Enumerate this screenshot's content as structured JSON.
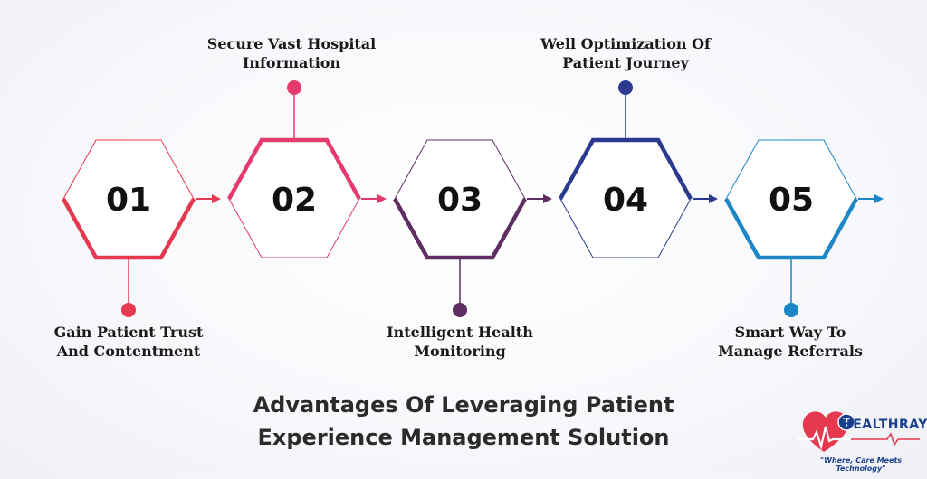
{
  "steps": [
    {
      "number": "01",
      "label_lines": [
        "Gain Patient Trust",
        "And Contentment"
      ],
      "color": "#e53950",
      "position": "below"
    },
    {
      "number": "02",
      "label_lines": [
        "Secure Vast Hospital",
        "Information"
      ],
      "color": "#e43a6d",
      "position": "above"
    },
    {
      "number": "03",
      "label_lines": [
        "Intelligent Health",
        "Monitoring"
      ],
      "color": "#5e2d62",
      "position": "below"
    },
    {
      "number": "04",
      "label_lines": [
        "Well Optimization Of",
        "Patient Journey"
      ],
      "color": "#2b3a8f",
      "position": "above"
    },
    {
      "number": "05",
      "label_lines": [
        "Smart Way To",
        "Manage Referrals"
      ],
      "color": "#1d86c6",
      "position": "below"
    }
  ],
  "title_lines": [
    "Advantages Of Leveraging Patient",
    "Experience Management Solution"
  ],
  "logo": {
    "name": "HEALTHRAY",
    "tagline": "\"Where, Care Meets Technology\"",
    "heart_color": "#e53950",
    "brand_color": "#1a3f8c"
  }
}
